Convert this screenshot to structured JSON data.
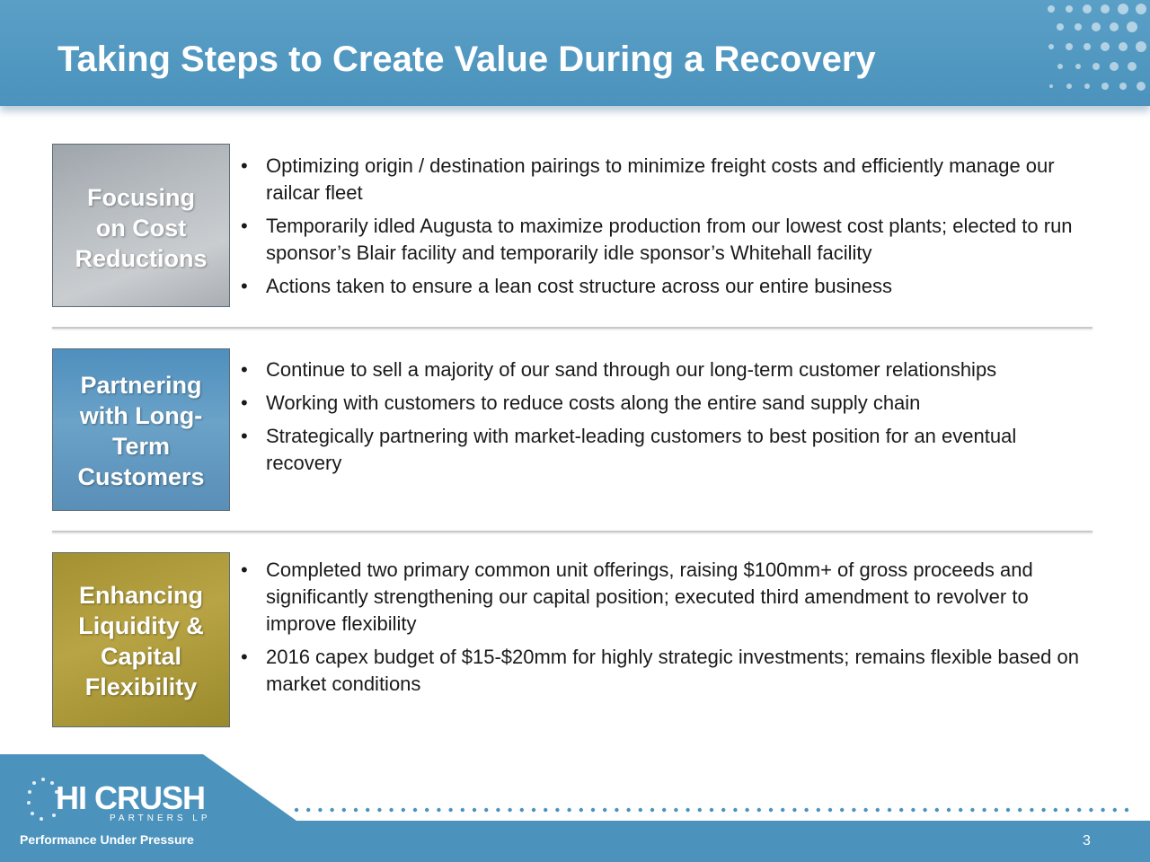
{
  "header": {
    "title": "Taking Steps to Create Value During a Recovery"
  },
  "sections": [
    {
      "tile_lines": [
        "Focusing",
        "on Cost",
        "Reductions"
      ],
      "bullets": [
        "Optimizing origin / destination pairings to minimize freight costs and efficiently manage our railcar fleet",
        "Temporarily idled Augusta to maximize production from our lowest cost plants; elected to run sponsor’s Blair facility and temporarily idle sponsor’s Whitehall facility",
        "Actions taken to ensure a lean cost structure across our entire business"
      ]
    },
    {
      "tile_lines": [
        "Partnering",
        "with Long-",
        "Term",
        "Customers"
      ],
      "bullets": [
        "Continue to sell a majority of our sand through our long-term customer relationships",
        "Working with customers to reduce costs along the entire sand supply chain",
        "Strategically partnering with market-leading customers to best position for an eventual recovery"
      ]
    },
    {
      "tile_lines": [
        "Enhancing",
        "Liquidity &",
        "Capital",
        "Flexibility"
      ],
      "bullets": [
        "Completed two primary common unit offerings, raising $100mm+ of gross proceeds and significantly strengthening our capital position; executed third amendment to revolver to improve flexibility",
        "2016 capex budget of $15-$20mm for highly strategic investments; remains flexible based on market conditions"
      ]
    }
  ],
  "bullet_glyph": "•",
  "footer": {
    "logo_text": "HI CRUSH",
    "logo_subtext": "PARTNERS LP",
    "tagline": "Performance Under Pressure",
    "page_number": "3"
  },
  "colors": {
    "header_blue": "#4b93bd",
    "tile_gray": "#b9bec2",
    "tile_blue": "#6aa2c8",
    "tile_gold": "#b8a444"
  }
}
